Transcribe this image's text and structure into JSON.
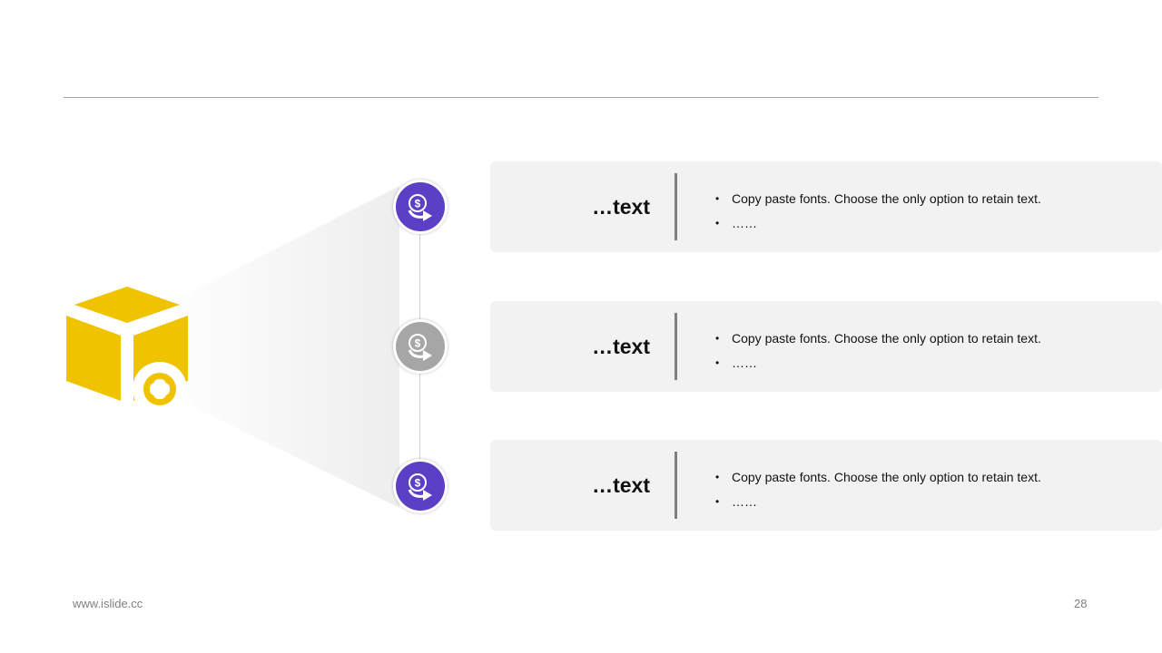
{
  "colors": {
    "accent_purple": "#5b3fc4",
    "accent_gray": "#a6a6a6",
    "accent_yellow": "#f0c300",
    "card_bg": "#f2f2f2"
  },
  "icons": {
    "hero": "box-plus-icon",
    "node": "coin-exchange-icon"
  },
  "items": [
    {
      "title": "…text",
      "bullets": [
        "Copy paste fonts. Choose the only option to retain text.",
        "……"
      ],
      "node_color": "purple"
    },
    {
      "title": "…text",
      "bullets": [
        "Copy paste fonts. Choose the only option to retain text.",
        "……"
      ],
      "node_color": "gray"
    },
    {
      "title": "…text",
      "bullets": [
        "Copy paste fonts. Choose the only option to retain text.",
        "……"
      ],
      "node_color": "purple"
    }
  ],
  "footer": {
    "website": "www.islide.cc",
    "page_number": "28"
  }
}
